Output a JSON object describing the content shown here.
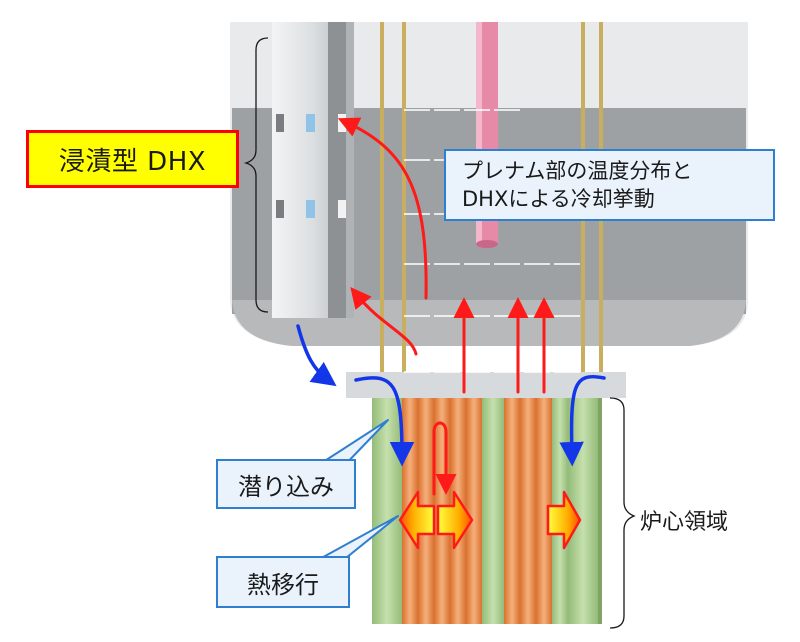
{
  "labels": {
    "dhx": "浸漬型 DHX",
    "plenum_line1": "プレナム部の温度分布と",
    "plenum_line2": "DHXによる冷却挙動",
    "dive_in": "潜り込み",
    "heat_transfer": "熱移行",
    "core_region": "炉心領域"
  },
  "colors": {
    "vessel": "#b4b6b8",
    "upper_plenum": "#e9eaeb",
    "sodium_region": "#9ea1a4",
    "dhx_column": "#e6e8e9",
    "control_rod": "#e68aa8",
    "guide_tube": "#c9ae60",
    "core_green": "#a6c98a",
    "core_orange": "#ef9a5a",
    "flow_red": "#ff1a1a",
    "flow_blue": "#1336e8",
    "highlight_yellow": "#ffff00",
    "label_border_blue": "#2f7fd0"
  }
}
